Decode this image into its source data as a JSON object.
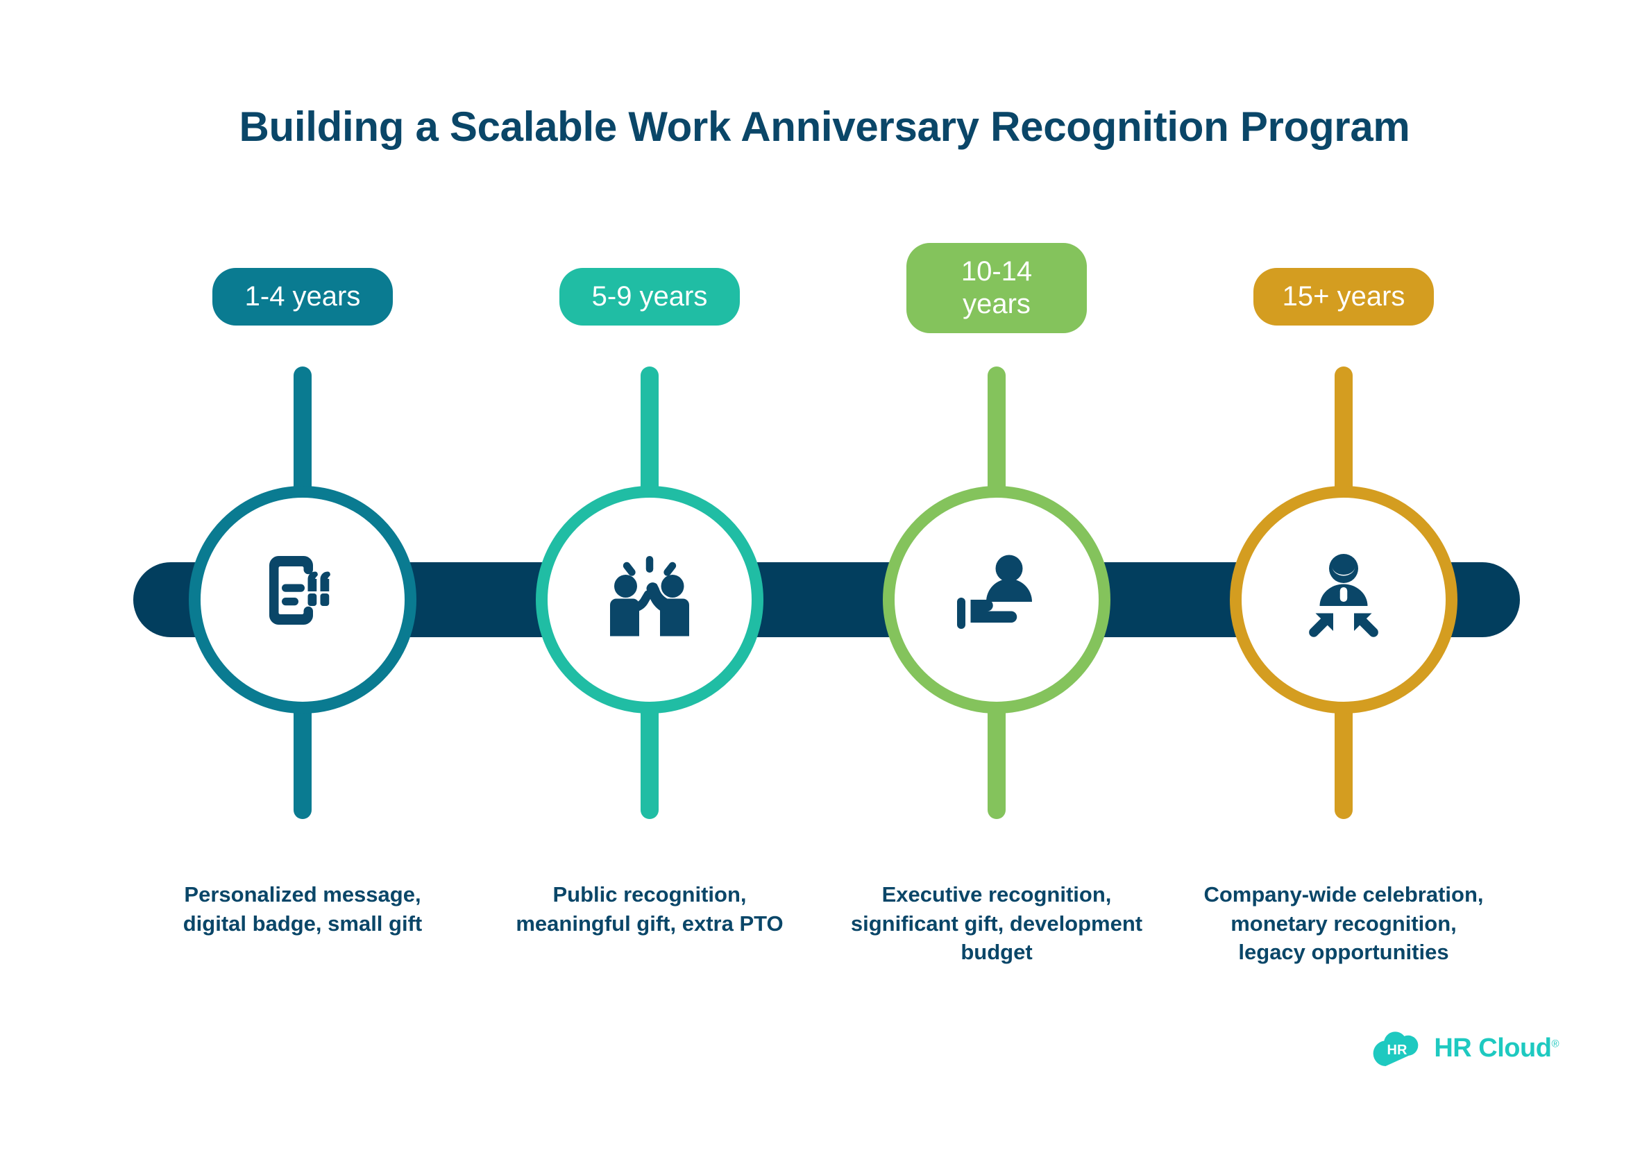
{
  "page": {
    "title": "Building a Scalable Work Anniversary Recognition Program",
    "background_color": "#ffffff",
    "title_color": "#0a4668",
    "connector_bar_color": "#023e5e",
    "icon_color": "#0a4668"
  },
  "stages": [
    {
      "pill_label": "1-4 years",
      "caption": "Personalized message, digital badge, small gift",
      "color": "#0a7b91",
      "icon": "phone-message-quote-icon",
      "pill_lines": 1
    },
    {
      "pill_label": "5-9 years",
      "caption": "Public recognition, meaningful gift, extra PTO",
      "color": "#20bda4",
      "icon": "high-five-celebration-icon",
      "pill_lines": 1
    },
    {
      "pill_label": "10-14 years",
      "caption": "Executive recognition, significant gift, development budget",
      "color": "#84c35c",
      "icon": "executive-presenter-icon",
      "pill_lines": 2
    },
    {
      "pill_label": "15+ years",
      "caption": "Company-wide celebration, monetary recognition, legacy opportunities",
      "color": "#d49d20",
      "icon": "person-converging-arrows-icon",
      "pill_lines": 1
    }
  ],
  "logo": {
    "mark_text": "HR",
    "wordmark": "HR Cloud",
    "registered_mark": "®",
    "color": "#1ec9c0"
  }
}
